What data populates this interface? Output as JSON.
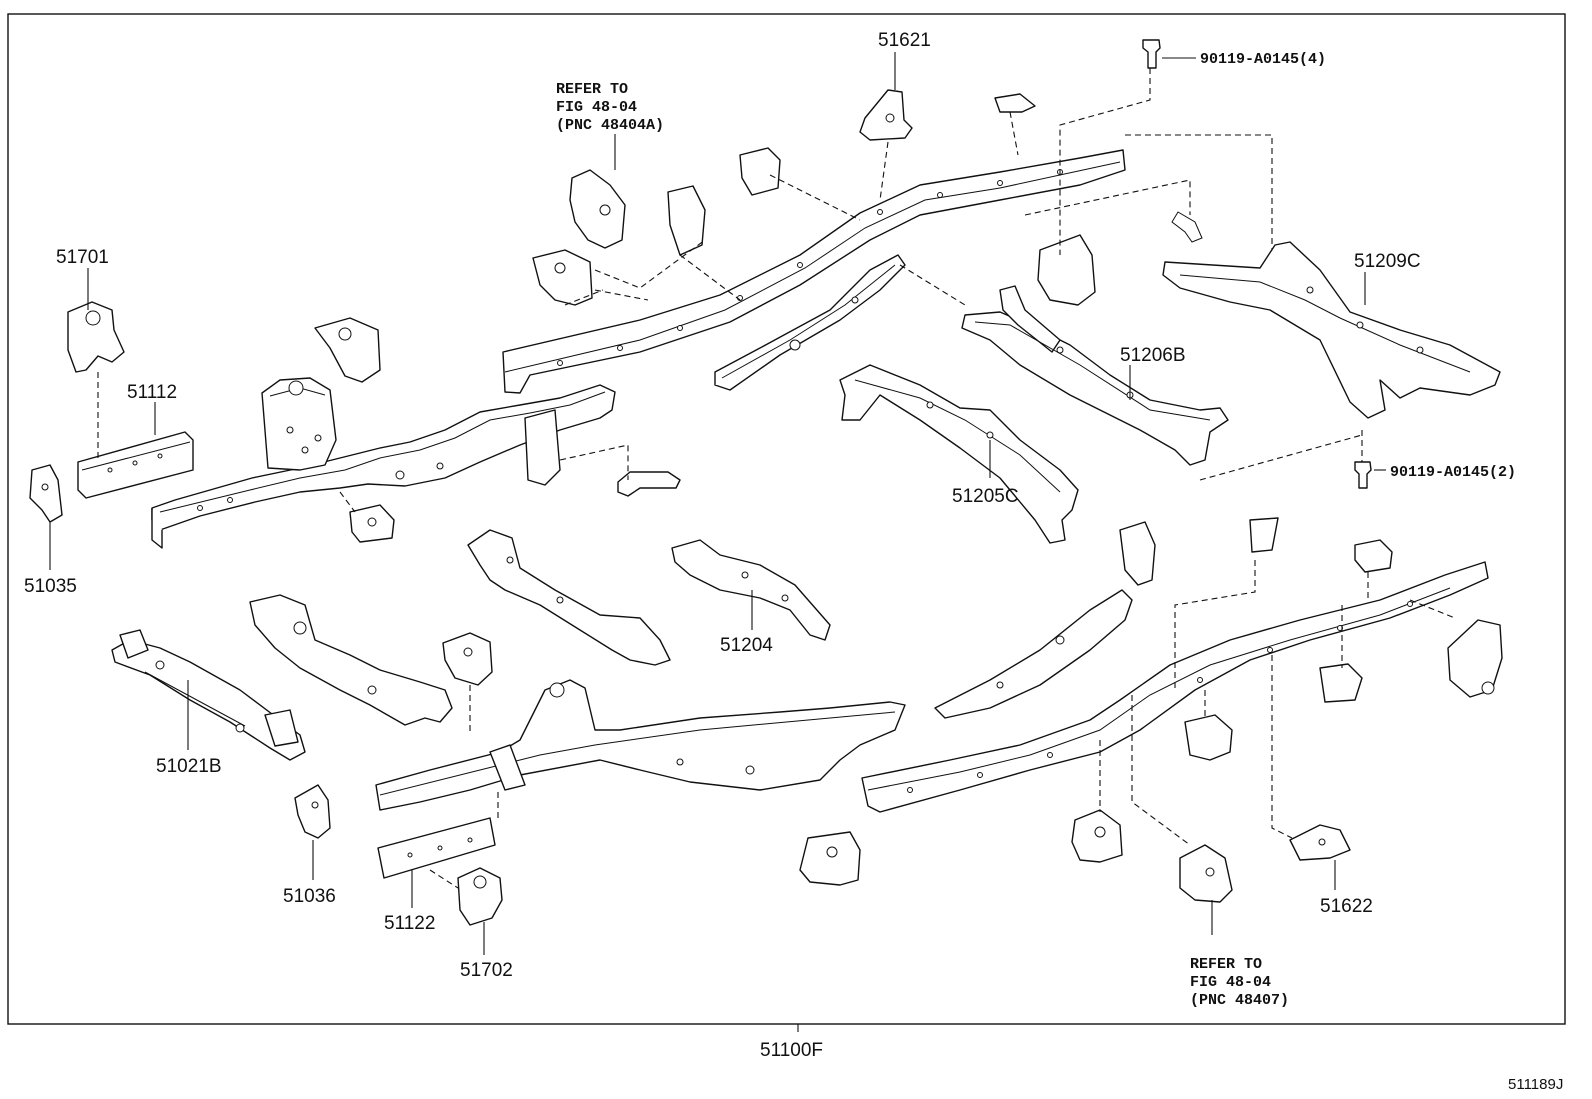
{
  "diagram": {
    "parts": {
      "p51621": "51621",
      "p51701": "51701",
      "p51112": "51112",
      "p51035": "51035",
      "p51209C": "51209C",
      "p51206B": "51206B",
      "p51205C": "51205C",
      "p51204": "51204",
      "p51021B": "51021B",
      "p51036": "51036",
      "p51122": "51122",
      "p51702": "51702",
      "p51622": "51622",
      "p51100F": "51100F"
    },
    "bolts": {
      "top": "90119-A0145(4)",
      "right": "90119-A0145(2)"
    },
    "refer_top": {
      "line1": "REFER TO",
      "line2": "FIG 48-04",
      "line3": "(PNC 48404A)"
    },
    "refer_bottom": {
      "line1": "REFER TO",
      "line2": "FIG 48-04",
      "line3": "(PNC 48407)"
    },
    "figure_code": "511189J"
  }
}
